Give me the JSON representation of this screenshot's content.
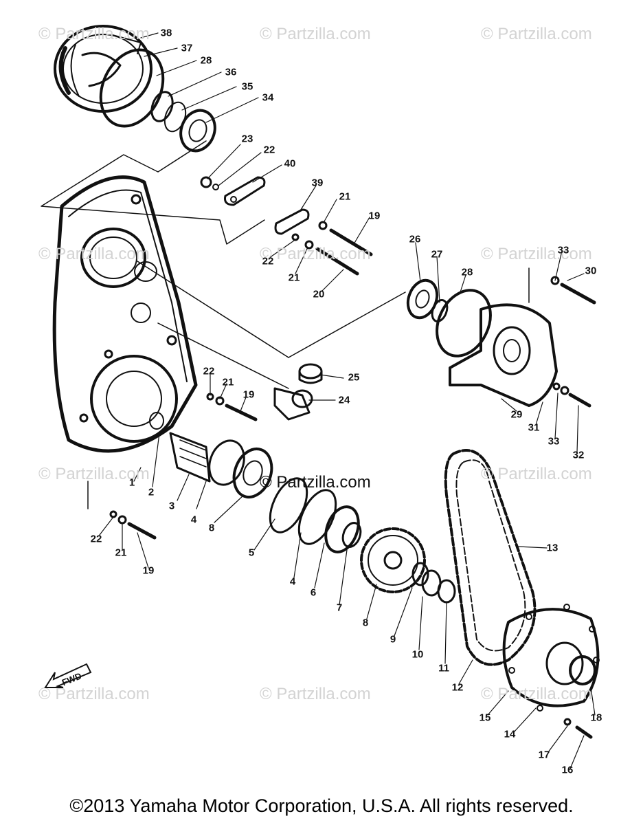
{
  "watermark": "© Partzilla.com",
  "center_watermark": "© Partzilla.com",
  "direction_label": "FWD",
  "copyright": "©2013 Yamaha Motor Corporation, U.S.A. All rights reserved.",
  "parts": [
    {
      "id": "p38",
      "label": "38"
    },
    {
      "id": "p37",
      "label": "37"
    },
    {
      "id": "p28a",
      "label": "28"
    },
    {
      "id": "p36",
      "label": "36"
    },
    {
      "id": "p35",
      "label": "35"
    },
    {
      "id": "p34",
      "label": "34"
    },
    {
      "id": "p23",
      "label": "23"
    },
    {
      "id": "p22a",
      "label": "22"
    },
    {
      "id": "p40",
      "label": "40"
    },
    {
      "id": "p39",
      "label": "39"
    },
    {
      "id": "p21a",
      "label": "21"
    },
    {
      "id": "p19a",
      "label": "19"
    },
    {
      "id": "p22b",
      "label": "22"
    },
    {
      "id": "p21b",
      "label": "21"
    },
    {
      "id": "p20",
      "label": "20"
    },
    {
      "id": "p26",
      "label": "26"
    },
    {
      "id": "p27",
      "label": "27"
    },
    {
      "id": "p28b",
      "label": "28"
    },
    {
      "id": "p33a",
      "label": "33"
    },
    {
      "id": "p30",
      "label": "30"
    },
    {
      "id": "p29",
      "label": "29"
    },
    {
      "id": "p31",
      "label": "31"
    },
    {
      "id": "p33b",
      "label": "33"
    },
    {
      "id": "p32",
      "label": "32"
    },
    {
      "id": "p25",
      "label": "25"
    },
    {
      "id": "p24",
      "label": "24"
    },
    {
      "id": "p22c",
      "label": "22"
    },
    {
      "id": "p21c",
      "label": "21"
    },
    {
      "id": "p19b",
      "label": "19"
    },
    {
      "id": "p1",
      "label": "1"
    },
    {
      "id": "p2",
      "label": "2"
    },
    {
      "id": "p3",
      "label": "3"
    },
    {
      "id": "p4a",
      "label": "4"
    },
    {
      "id": "p8a",
      "label": "8"
    },
    {
      "id": "p5",
      "label": "5"
    },
    {
      "id": "p4b",
      "label": "4"
    },
    {
      "id": "p6",
      "label": "6"
    },
    {
      "id": "p7",
      "label": "7"
    },
    {
      "id": "p8b",
      "label": "8"
    },
    {
      "id": "p9",
      "label": "9"
    },
    {
      "id": "p10",
      "label": "10"
    },
    {
      "id": "p11",
      "label": "11"
    },
    {
      "id": "p12",
      "label": "12"
    },
    {
      "id": "p13",
      "label": "13"
    },
    {
      "id": "p15",
      "label": "15"
    },
    {
      "id": "p14",
      "label": "14"
    },
    {
      "id": "p17",
      "label": "17"
    },
    {
      "id": "p16",
      "label": "16"
    },
    {
      "id": "p18",
      "label": "18"
    },
    {
      "id": "p22d",
      "label": "22"
    },
    {
      "id": "p21d",
      "label": "21"
    },
    {
      "id": "p19c",
      "label": "19"
    }
  ]
}
